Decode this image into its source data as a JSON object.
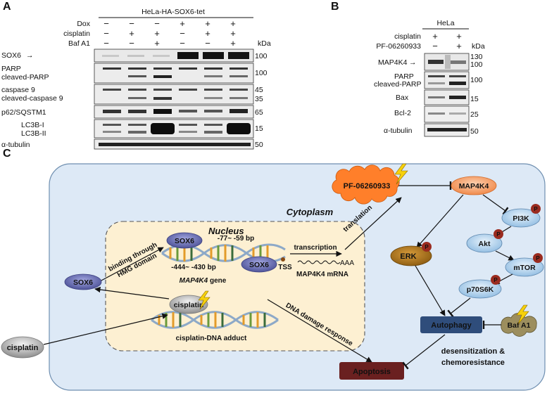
{
  "panels": [
    "A",
    "B",
    "C"
  ],
  "panel_a": {
    "title": "HeLa-HA-SOX6-tet",
    "kda": "kDa",
    "conditions": [
      {
        "label": "Dox",
        "signs": [
          "−",
          "−",
          "−",
          "+",
          "+",
          "+"
        ]
      },
      {
        "label": "cisplatin",
        "signs": [
          "−",
          "+",
          "+",
          "−",
          "+",
          "+"
        ]
      },
      {
        "label": "Baf A1",
        "signs": [
          "−",
          "−",
          "+",
          "−",
          "−",
          "+"
        ]
      }
    ],
    "blots": [
      {
        "labels": [
          "SOX6"
        ],
        "arrow": true,
        "markers": [
          "100"
        ]
      },
      {
        "labels": [
          "PARP",
          "cleaved-PARP"
        ],
        "arrow": false,
        "markers": [
          "100"
        ]
      },
      {
        "labels": [
          "caspase 9",
          "cleaved-caspase 9"
        ],
        "arrow": false,
        "markers": [
          "45",
          "35"
        ]
      },
      {
        "labels": [
          "p62/SQSTM1"
        ],
        "arrow": false,
        "markers": [
          "65"
        ]
      },
      {
        "labels": [
          "LC3B-I",
          "LC3B-II"
        ],
        "arrow": false,
        "markers": [
          "15"
        ]
      },
      {
        "labels": [
          "α-tubulin"
        ],
        "arrow": false,
        "markers": [
          "50"
        ]
      }
    ]
  },
  "panel_b": {
    "title": "HeLa",
    "kda": "kDa",
    "conditions": [
      {
        "label": "cisplatin",
        "signs": [
          "+",
          "+"
        ]
      },
      {
        "label": "PF-06260933",
        "signs": [
          "−",
          "+"
        ]
      }
    ],
    "blots": [
      {
        "labels": [
          "MAP4K4"
        ],
        "arrow": true,
        "markers": [
          "130",
          "100"
        ]
      },
      {
        "labels": [
          "PARP",
          "cleaved-PARP"
        ],
        "arrow": false,
        "markers": [
          "100"
        ]
      },
      {
        "labels": [
          "Bax"
        ],
        "arrow": false,
        "markers": [
          "15"
        ]
      },
      {
        "labels": [
          "Bcl-2"
        ],
        "arrow": false,
        "markers": [
          "25"
        ]
      },
      {
        "labels": [
          "α-tubulin"
        ],
        "arrow": false,
        "markers": [
          "50"
        ]
      }
    ]
  },
  "panel_c": {
    "cytoplasm": "Cytoplasm",
    "nucleus": "Nucleus",
    "inhibitor": "PF-06260933",
    "map4k4": "MAP4K4",
    "pi3k": "PI3K",
    "akt": "Akt",
    "mtor": "mTOR",
    "p70s6k": "p70S6K",
    "erk": "ERK",
    "phospho": "P",
    "autophagy": "Autophagy",
    "bafa1": "Baf A1",
    "apoptosis": "Apoptosis",
    "sox6": "SOX6",
    "cisplatin": "cisplatin",
    "binding": [
      "binding through",
      "HMG domain"
    ],
    "region_upstream": "-77~ -59 bp",
    "region_downstream": "-444~ -430 bp",
    "tss": "TSS",
    "gene": "MAP4K4",
    "gene_suffix": " gene",
    "transcription": "transcription",
    "mrna_tail": "AAA",
    "mrna": "MAP4K4 mRNA",
    "translation": "translation",
    "adduct": "cisplatin-DNA adduct",
    "dna_damage": "DNA damage response",
    "outcome": [
      "desensitization &",
      "chemoresistance"
    ]
  },
  "colors": {
    "cell_fill": "#dde9f6",
    "nucleus_fill": "#fdf0d2",
    "map4k4": "#f7a56d",
    "pathway_node": "#b9d9f1",
    "erk": "#b07a1e",
    "sox6": "#6a6fb6",
    "phospho": "#9a2b1f",
    "autophagy": "#2f4d7b",
    "apoptosis": "#6a2020",
    "inhibitor": "#ff7f2a",
    "lightning": "#f6d10c"
  }
}
